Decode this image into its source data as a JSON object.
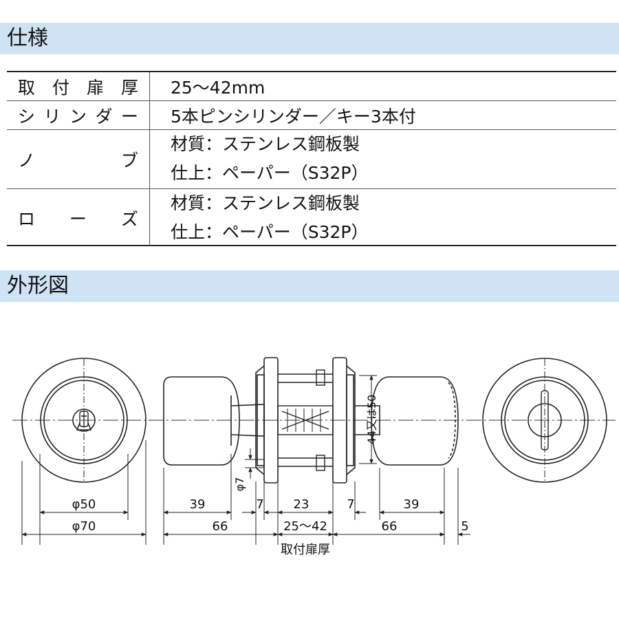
{
  "sections": {
    "spec_title": "仕様",
    "shape_title": "外形図"
  },
  "spec": {
    "rows": [
      {
        "label_chars": [
          "取",
          "付",
          "扉",
          "厚"
        ],
        "values": [
          "25〜42mm"
        ]
      },
      {
        "label_chars": [
          "シ",
          "リ",
          "ン",
          "ダ",
          "ー"
        ],
        "values": [
          "5本ピンシリンダー／キー3本付"
        ]
      },
      {
        "label_chars": [
          "ノ",
          "ブ"
        ],
        "values": [
          "材質：ステンレス鋼板製",
          "仕上：ペーパー（S32P）"
        ]
      },
      {
        "label_chars": [
          "ロ",
          "ー",
          "ズ"
        ],
        "values": [
          "材質：ステンレス鋼板製",
          "仕上：ペーパー（S32P）"
        ]
      }
    ]
  },
  "drawing": {
    "dims": {
      "phi50": "φ50",
      "phi70": "φ70",
      "d39_left": "39",
      "d66_left": "66",
      "d7_left": "7",
      "d23": "23",
      "d25_42": "25〜42",
      "d7_right": "7",
      "d39_right": "39",
      "d66_right": "66",
      "d5": "5",
      "phi7": "φ7",
      "backset": "44又は50"
    },
    "caption": "取付扉厚"
  }
}
